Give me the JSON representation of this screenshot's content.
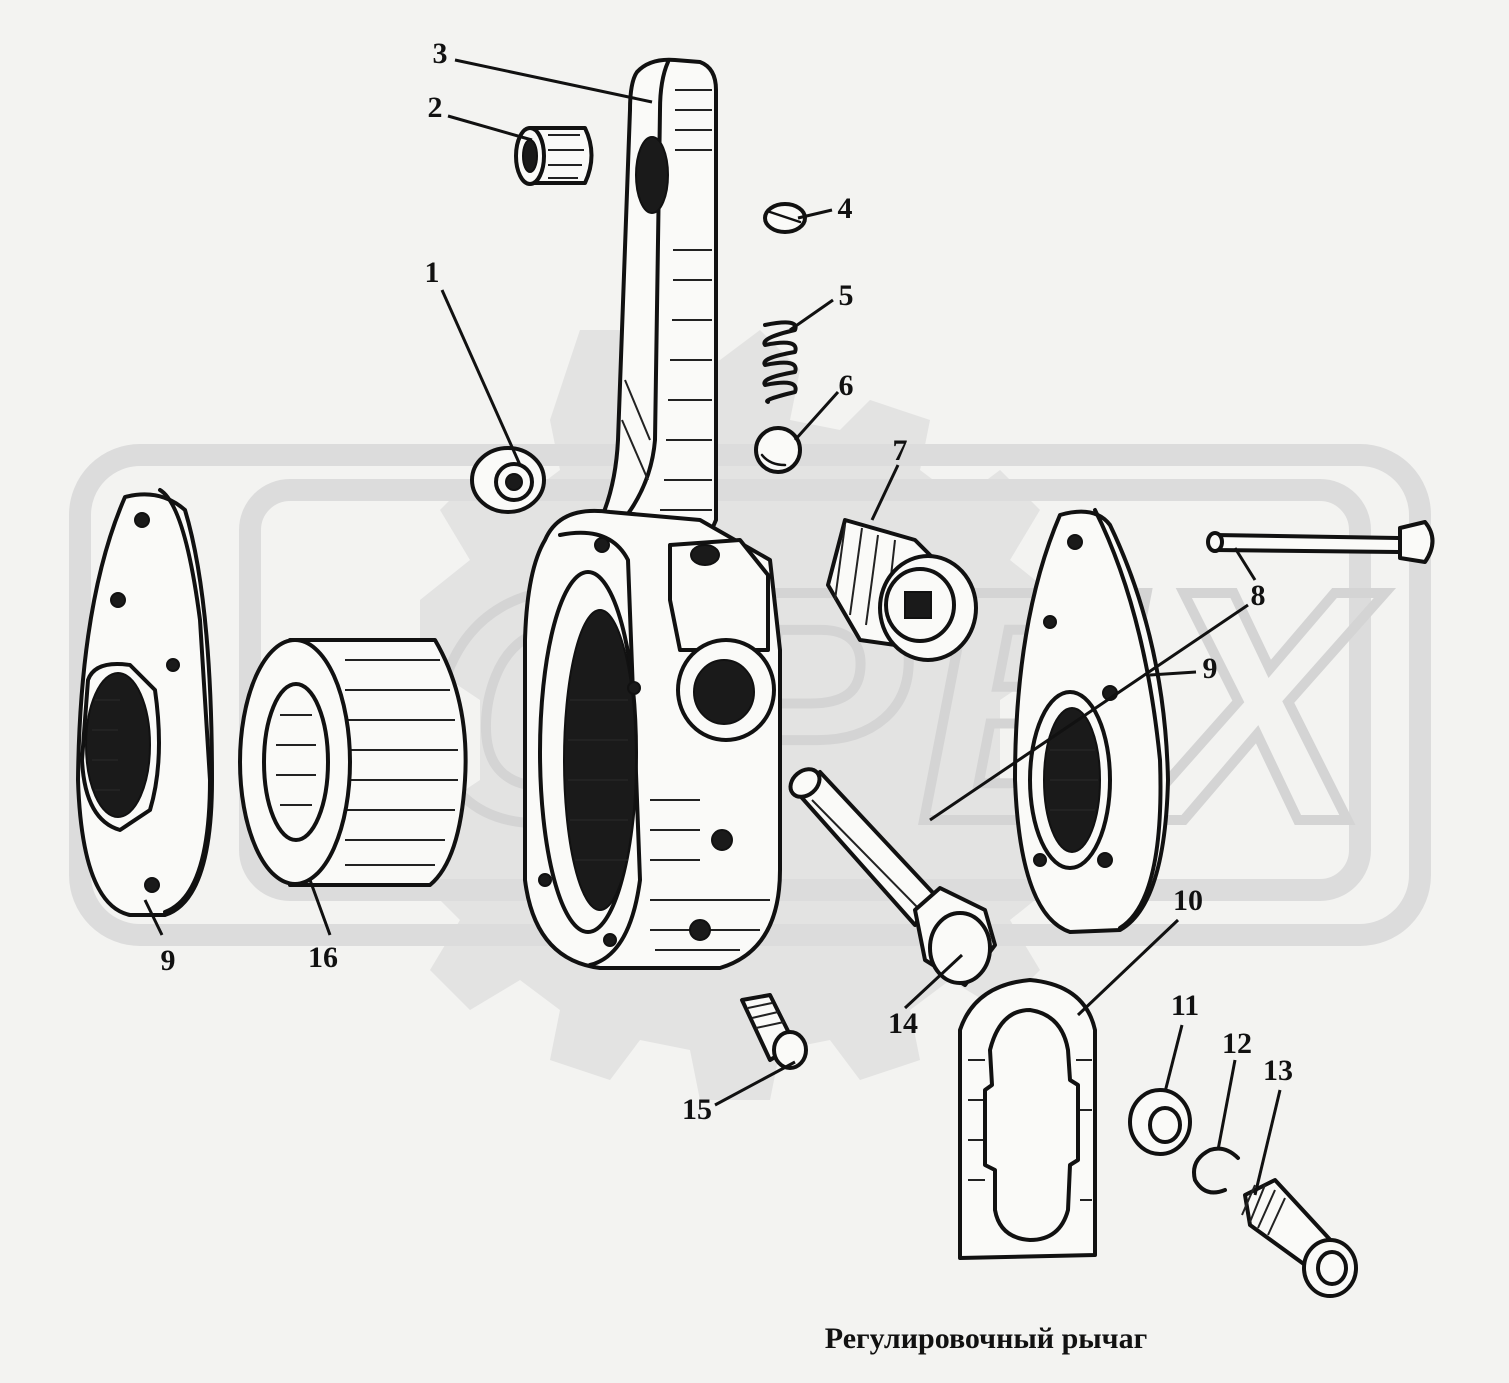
{
  "caption": "Регулировочный рычаг",
  "watermark_text": "OPEX",
  "colors": {
    "background": "#f3f3f1",
    "ink": "#111111",
    "watermark": "#dcdcdc"
  },
  "callouts": [
    {
      "id": "label-1",
      "text": "1"
    },
    {
      "id": "label-2",
      "text": "2"
    },
    {
      "id": "label-3",
      "text": "3"
    },
    {
      "id": "label-4",
      "text": "4"
    },
    {
      "id": "label-5",
      "text": "5"
    },
    {
      "id": "label-6",
      "text": "6"
    },
    {
      "id": "label-7",
      "text": "7"
    },
    {
      "id": "label-8",
      "text": "8"
    },
    {
      "id": "label-9-right",
      "text": "9"
    },
    {
      "id": "label-9-left",
      "text": "9"
    },
    {
      "id": "label-10",
      "text": "10"
    },
    {
      "id": "label-11",
      "text": "11"
    },
    {
      "id": "label-12",
      "text": "12"
    },
    {
      "id": "label-13",
      "text": "13"
    },
    {
      "id": "label-14",
      "text": "14"
    },
    {
      "id": "label-15",
      "text": "15"
    },
    {
      "id": "label-16",
      "text": "16"
    }
  ]
}
